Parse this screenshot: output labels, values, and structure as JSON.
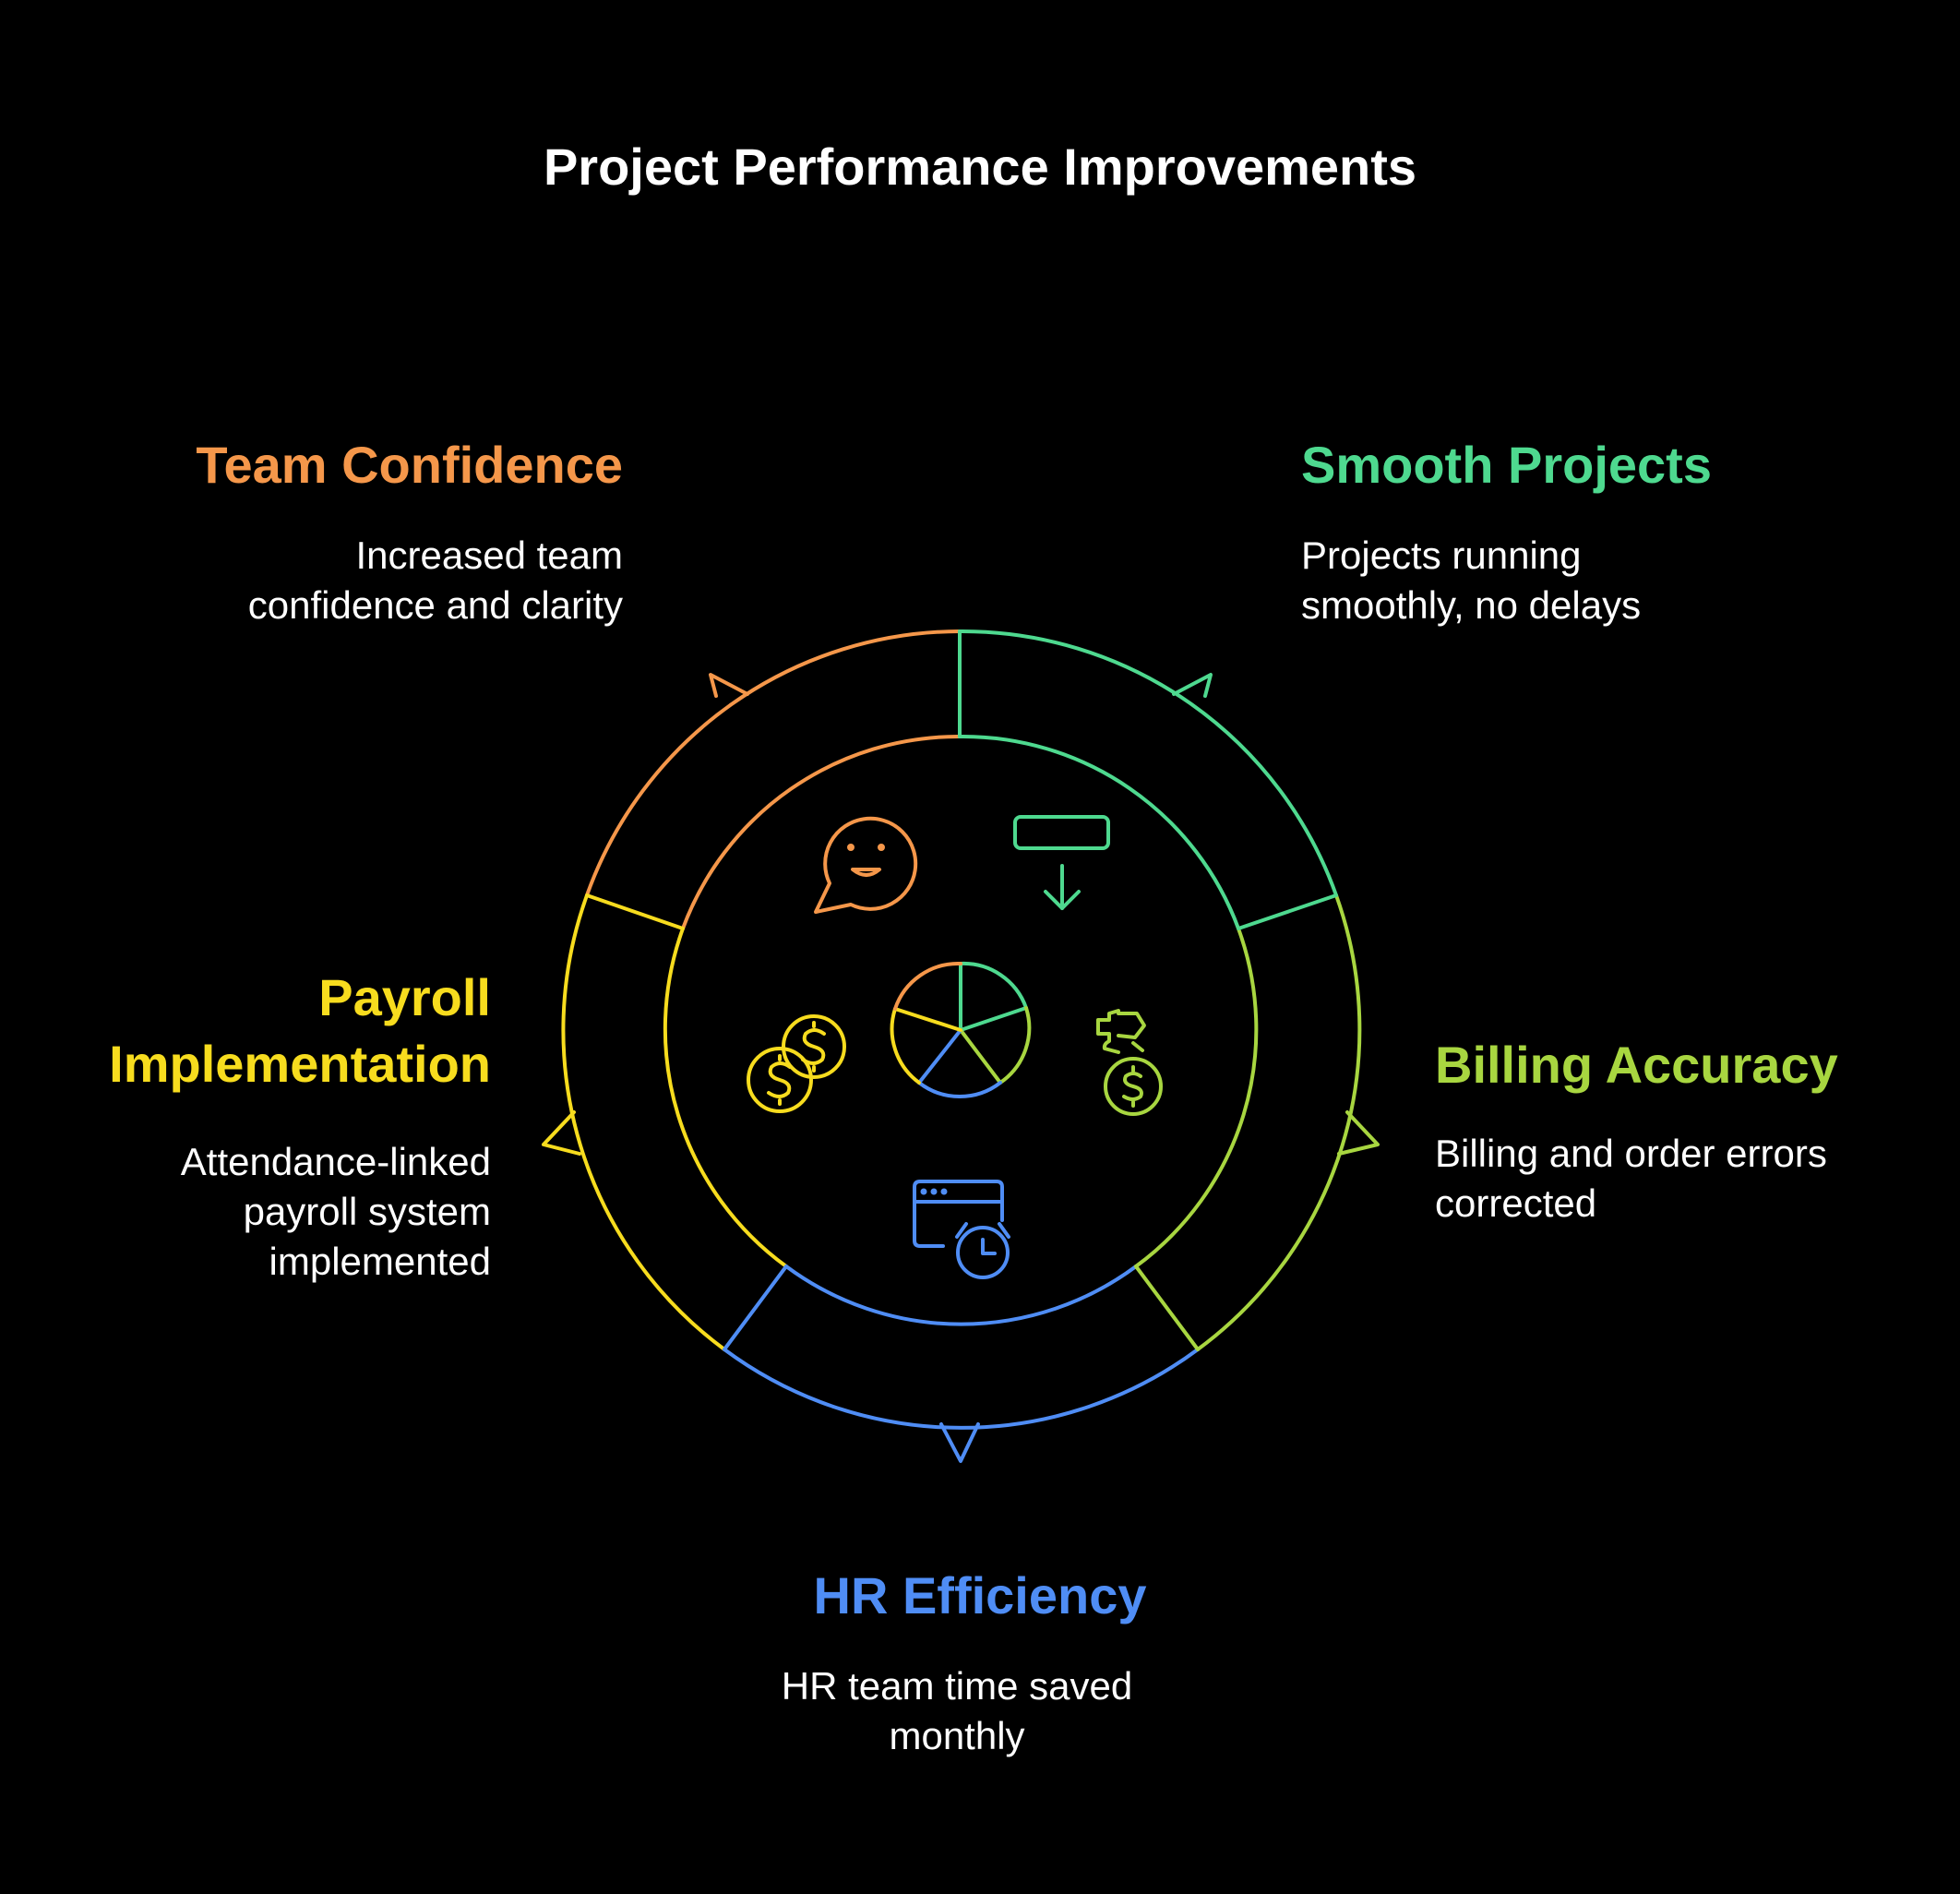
{
  "title": "Project Performance Improvements",
  "colors": {
    "orange": "#F5974A",
    "green": "#4ED98F",
    "lime": "#A8D640",
    "blue": "#4F8DF5",
    "yellow": "#F7DC1E",
    "background": "#000000",
    "text": "#FFFFFF"
  },
  "segments": [
    {
      "key": "team_confidence",
      "title": "Team Confidence",
      "description": [
        "Increased team",
        "confidence and clarity"
      ],
      "color": "#F5974A",
      "icon": "smiley-speech-bubble-icon"
    },
    {
      "key": "smooth_projects",
      "title": "Smooth Projects",
      "description": [
        "Projects running",
        "smoothly, no delays"
      ],
      "color": "#4ED98F",
      "icon": "download-arrow-icon"
    },
    {
      "key": "billing_accuracy",
      "title": "Billing Accuracy",
      "description": [
        "Billing and order errors",
        "corrected"
      ],
      "color": "#A8D640",
      "icon": "money-bag-icon"
    },
    {
      "key": "hr_efficiency",
      "title": "HR Efficiency",
      "description": [
        "HR team time saved",
        "monthly"
      ],
      "color": "#4F8DF5",
      "icon": "calendar-clock-icon"
    },
    {
      "key": "payroll_implementation",
      "title": [
        "Payroll",
        "Implementation"
      ],
      "description": [
        "Attendance-linked",
        "payroll system",
        "implemented"
      ],
      "color": "#F7DC1E",
      "icon": "coins-icon"
    }
  ],
  "center_icon": "pie-chart-icon"
}
